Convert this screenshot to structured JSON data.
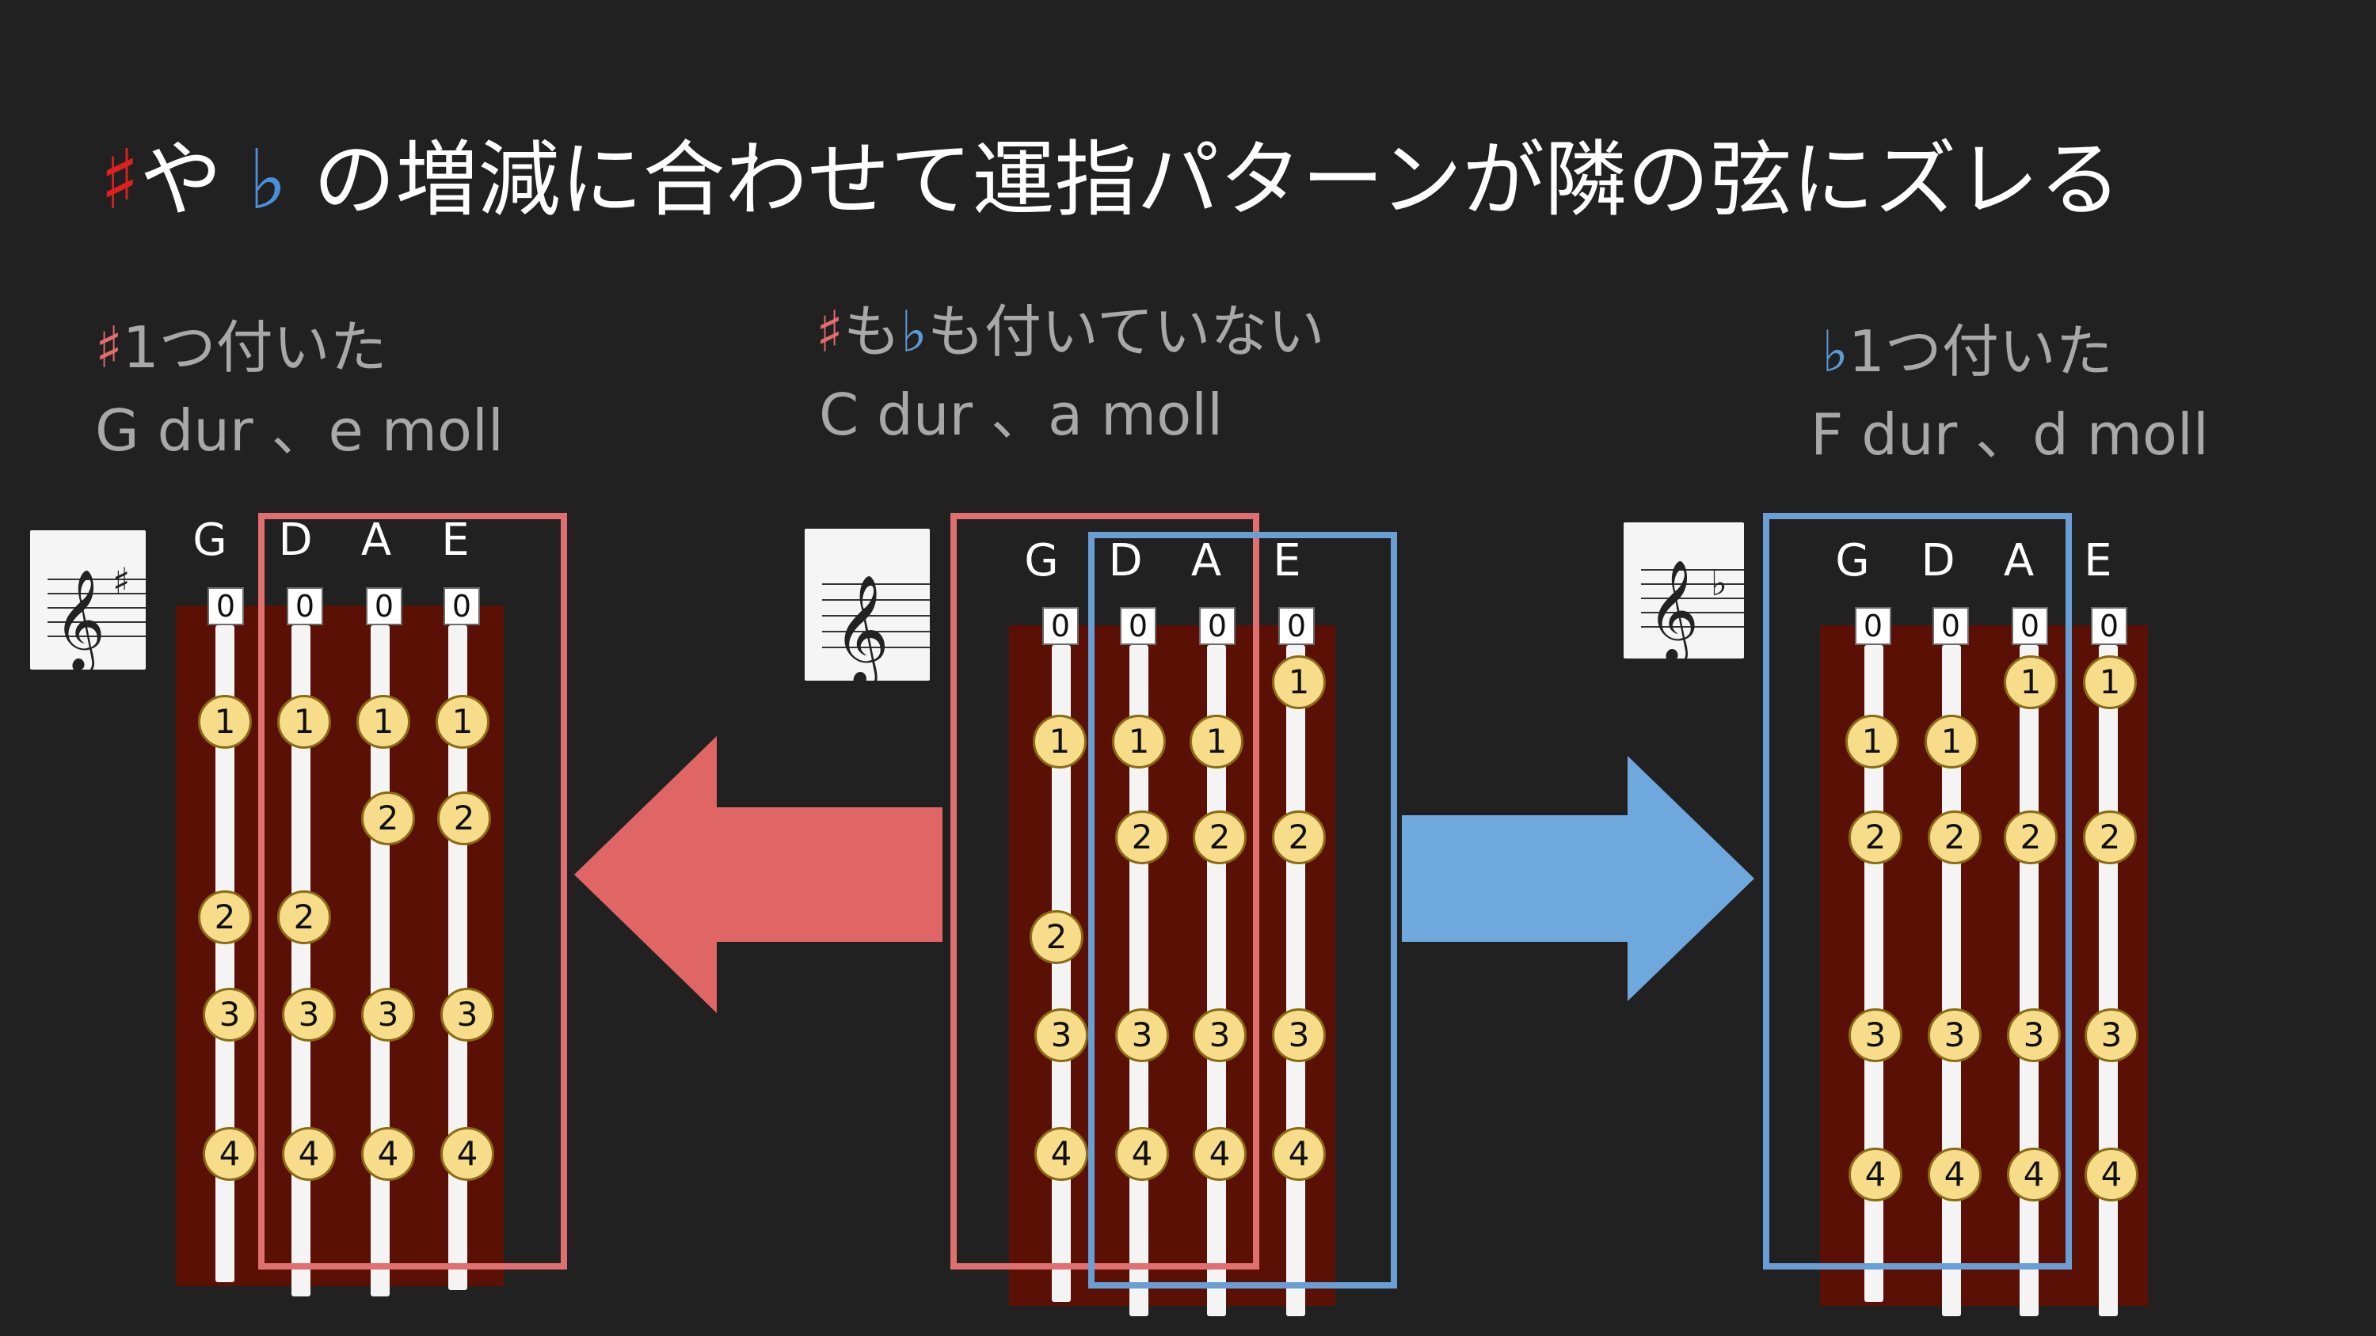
{
  "title": {
    "sharp": "♯",
    "ya": "や",
    "flat": "♭",
    "rest": "の増減に合わせて運指パターンが隣の弦にズレる"
  },
  "labels": {
    "left": {
      "sym": "♯",
      "line1": "1つ付いた",
      "line2": "G dur 、e moll"
    },
    "center": {
      "sym1": "♯",
      "mid": "も",
      "sym2": "♭",
      "line1": "も付いていない",
      "line2": "C dur 、a moll"
    },
    "right": {
      "sym": "♭",
      "line1": "1つ付いた",
      "line2": "F dur 、d moll"
    }
  },
  "string_names": [
    "G",
    "D",
    "A",
    "E"
  ],
  "open_string_label": "0",
  "boards": {
    "left": {
      "key": "G dur / e moll",
      "clef_accidental": "sharp",
      "fingers": [
        [
          "1",
          "2",
          "3",
          "4"
        ],
        [
          "1",
          "2",
          "3",
          "4"
        ],
        [
          "1",
          "2",
          "3",
          "4"
        ],
        [
          "1",
          "2",
          "3",
          "4"
        ]
      ]
    },
    "center": {
      "key": "C dur / a moll",
      "clef_accidental": "none",
      "fingers": [
        [
          "1",
          "2",
          "3",
          "4"
        ],
        [
          "1",
          "2",
          "3",
          "4"
        ],
        [
          "1",
          "2",
          "3",
          "4"
        ],
        [
          "1",
          "2",
          "3",
          "4"
        ]
      ]
    },
    "right": {
      "key": "F dur / d moll",
      "clef_accidental": "flat",
      "fingers": [
        [
          "1",
          "2",
          "3",
          "4"
        ],
        [
          "1",
          "2",
          "3",
          "4"
        ],
        [
          "1",
          "2",
          "3",
          "4"
        ],
        [
          "1",
          "2",
          "3",
          "4"
        ]
      ]
    }
  },
  "colors": {
    "background": "#212121",
    "sharp": "#e0201f",
    "flat": "#4a90d9",
    "red_arrow": "#e06666",
    "blue_arrow": "#6fa8dc",
    "fingerboard": "#5a1004",
    "finger_dot": "#f7dc8a"
  },
  "arrows": {
    "left": "arrow-left-icon",
    "right": "arrow-right-icon"
  }
}
